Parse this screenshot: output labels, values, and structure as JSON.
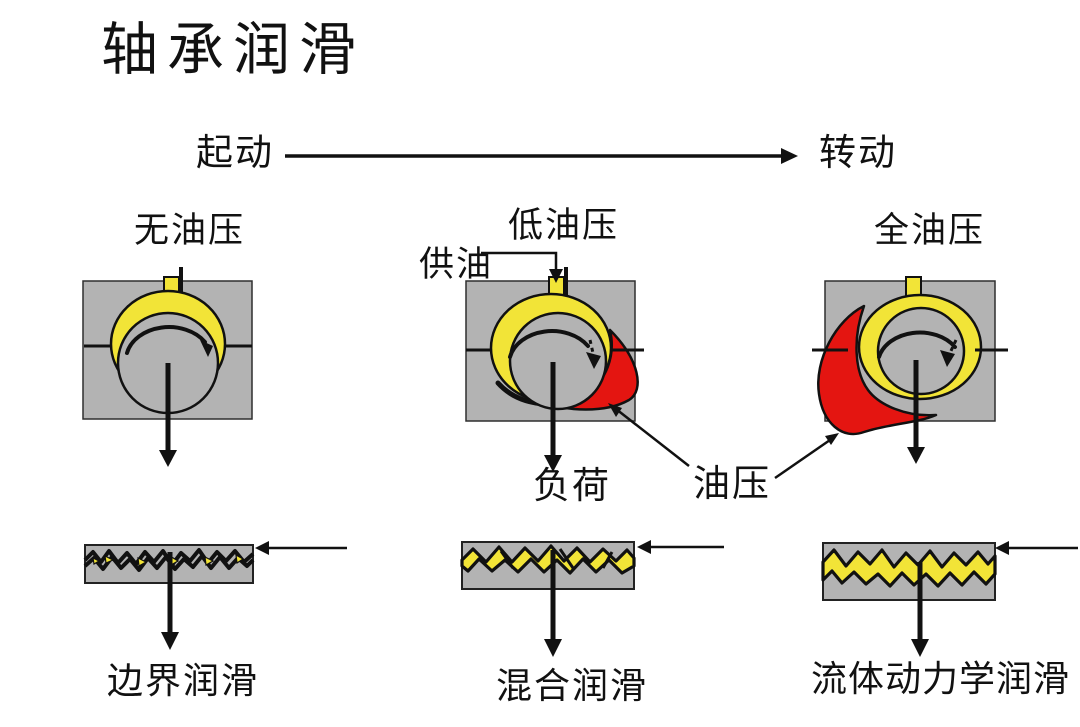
{
  "title": "轴承润滑",
  "timeline": {
    "start": "起动",
    "end": "转动"
  },
  "stages": [
    {
      "condition": "无油压",
      "regime": "边界润滑"
    },
    {
      "condition": "低油压",
      "supply": "供油",
      "regime": "混合润滑"
    },
    {
      "condition": "全油压",
      "regime": "流体动力学润滑"
    }
  ],
  "annotations": {
    "load": "负荷",
    "oil_pressure": "油压"
  },
  "colors": {
    "background": "#ffffff",
    "housing_gray": "#b3b3b3",
    "oil_yellow": "#f2e437",
    "pressure_red": "#e41511",
    "line_black": "#111111"
  }
}
